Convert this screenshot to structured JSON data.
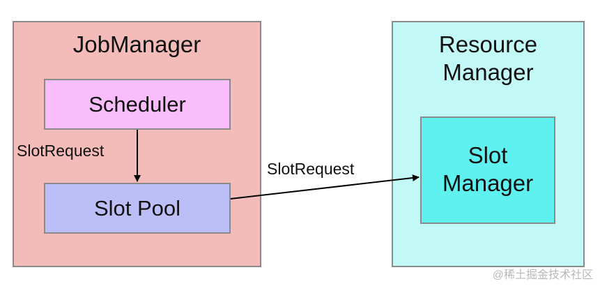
{
  "nodes": {
    "jobmanager": {
      "label": "JobManager"
    },
    "scheduler": {
      "label": "Scheduler"
    },
    "slot_pool": {
      "label": "Slot Pool"
    },
    "resource_manager": {
      "label": "Resource\nManager"
    },
    "slot_manager": {
      "label": "Slot\nManager"
    }
  },
  "edges": [
    {
      "from": "scheduler",
      "to": "slot_pool",
      "label": "SlotRequest"
    },
    {
      "from": "slot_pool",
      "to": "slot_manager",
      "label": "SlotRequest"
    }
  ],
  "watermark": "@稀土掘金技术社区",
  "colors": {
    "jobmanager_fill": "#f3bcb9",
    "scheduler_fill": "#f8bdfa",
    "slot_pool_fill": "#bcbef7",
    "resource_manager_fill": "#c2f9f6",
    "slot_manager_fill": "#5ff0f0",
    "border": "#8a8a8a",
    "arrow": "#000000"
  }
}
